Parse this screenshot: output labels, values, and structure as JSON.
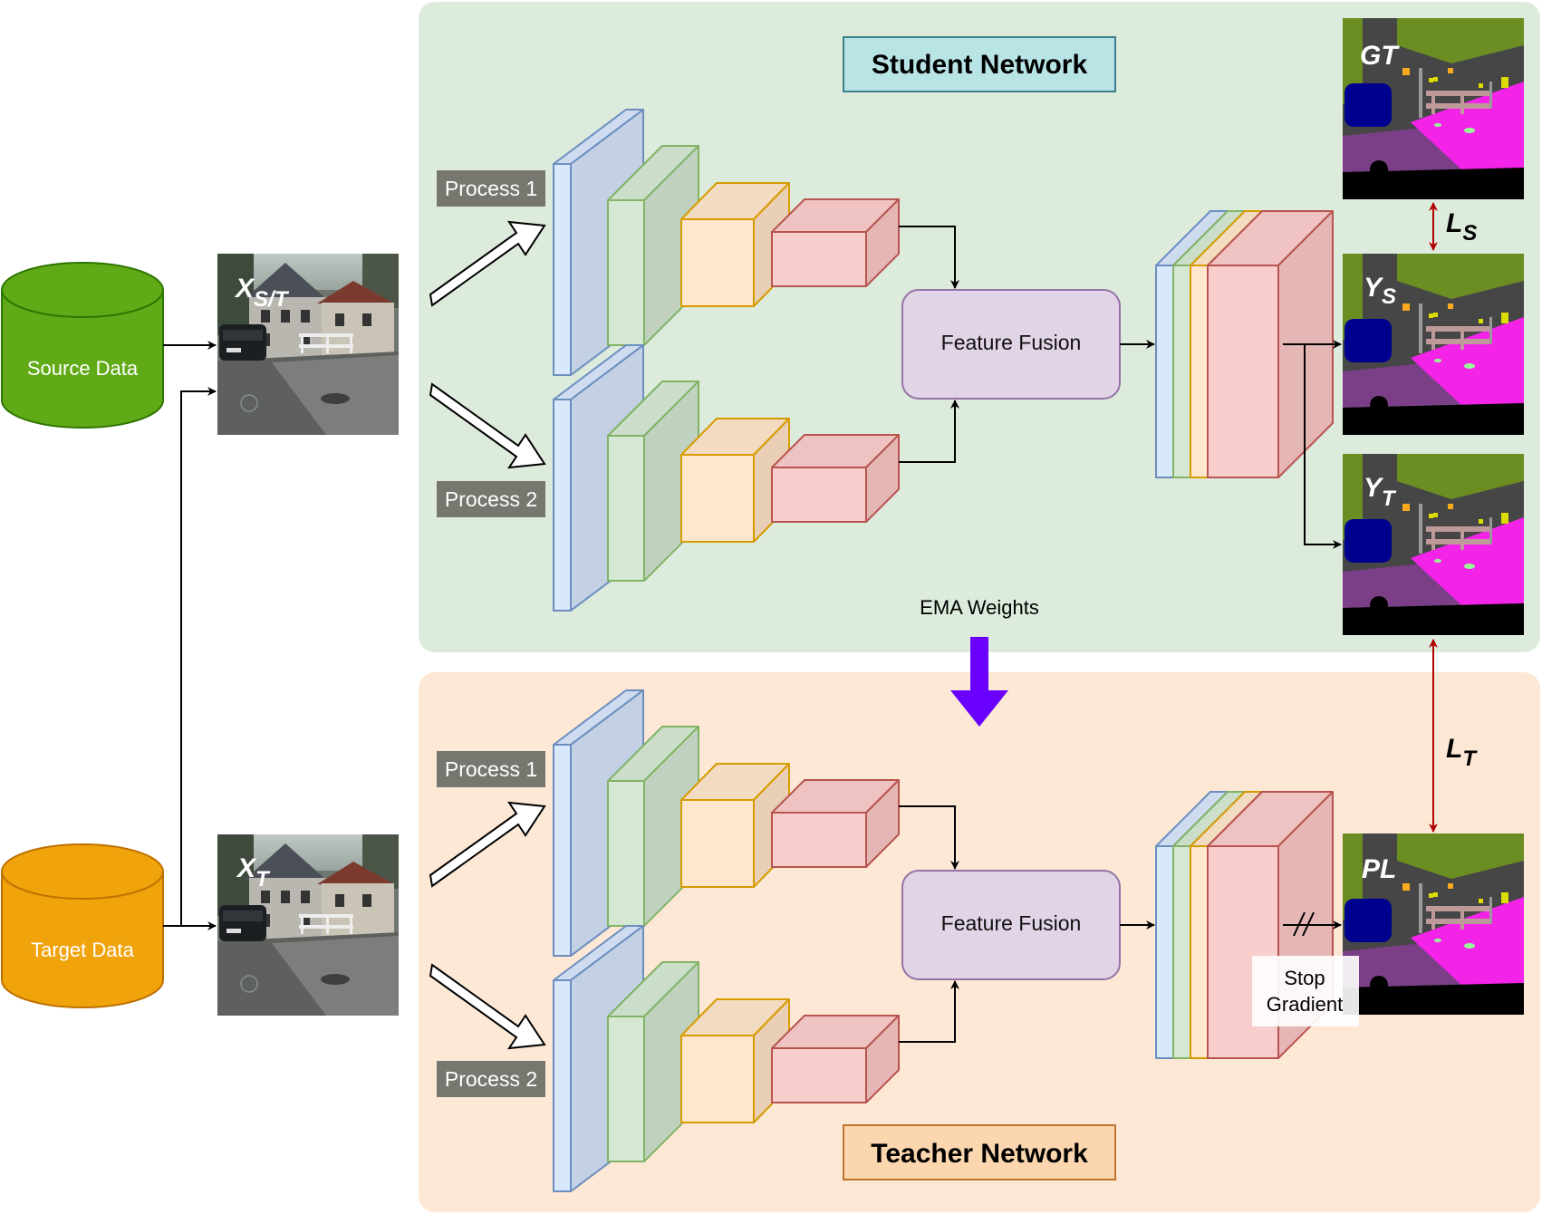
{
  "student": {
    "title": "Student Network",
    "process1": "Process 1",
    "process2": "Process 2",
    "fusion": "Feature Fusion"
  },
  "teacher": {
    "title": "Teacher Network",
    "process1": "Process 1",
    "process2": "Process 2",
    "fusion": "Feature Fusion"
  },
  "ema_label": "EMA Weights",
  "source_label": "Source Data",
  "target_label": "Target Data",
  "inputs": {
    "x_st": {
      "main": "X",
      "sub": "S/T"
    },
    "x_t": {
      "main": "X",
      "sub": "T"
    }
  },
  "outputs": {
    "gt": "GT",
    "ys": {
      "main": "Y",
      "sub": "S"
    },
    "yt": {
      "main": "Y",
      "sub": "T"
    },
    "pl": "PL"
  },
  "losses": {
    "ls": {
      "main": "L",
      "sub": "S"
    },
    "lt": {
      "main": "L",
      "sub": "T"
    }
  },
  "stop_gradient": {
    "line1": "Stop",
    "line2": "Gradient"
  },
  "colors": {
    "student_bg": "#dcebdc",
    "teacher_bg": "#fde8d5",
    "student_title_bg": "#b9e4e6",
    "teacher_title_bg": "#fbd6ae",
    "process_label_bg": "#77766f",
    "fusion_bg": "#e1d4e7",
    "ema_arrow": "#6a00ff",
    "loss_arrow": "#b20000",
    "source_cyl": "#60a917",
    "target_cyl": "#f0a30a"
  }
}
